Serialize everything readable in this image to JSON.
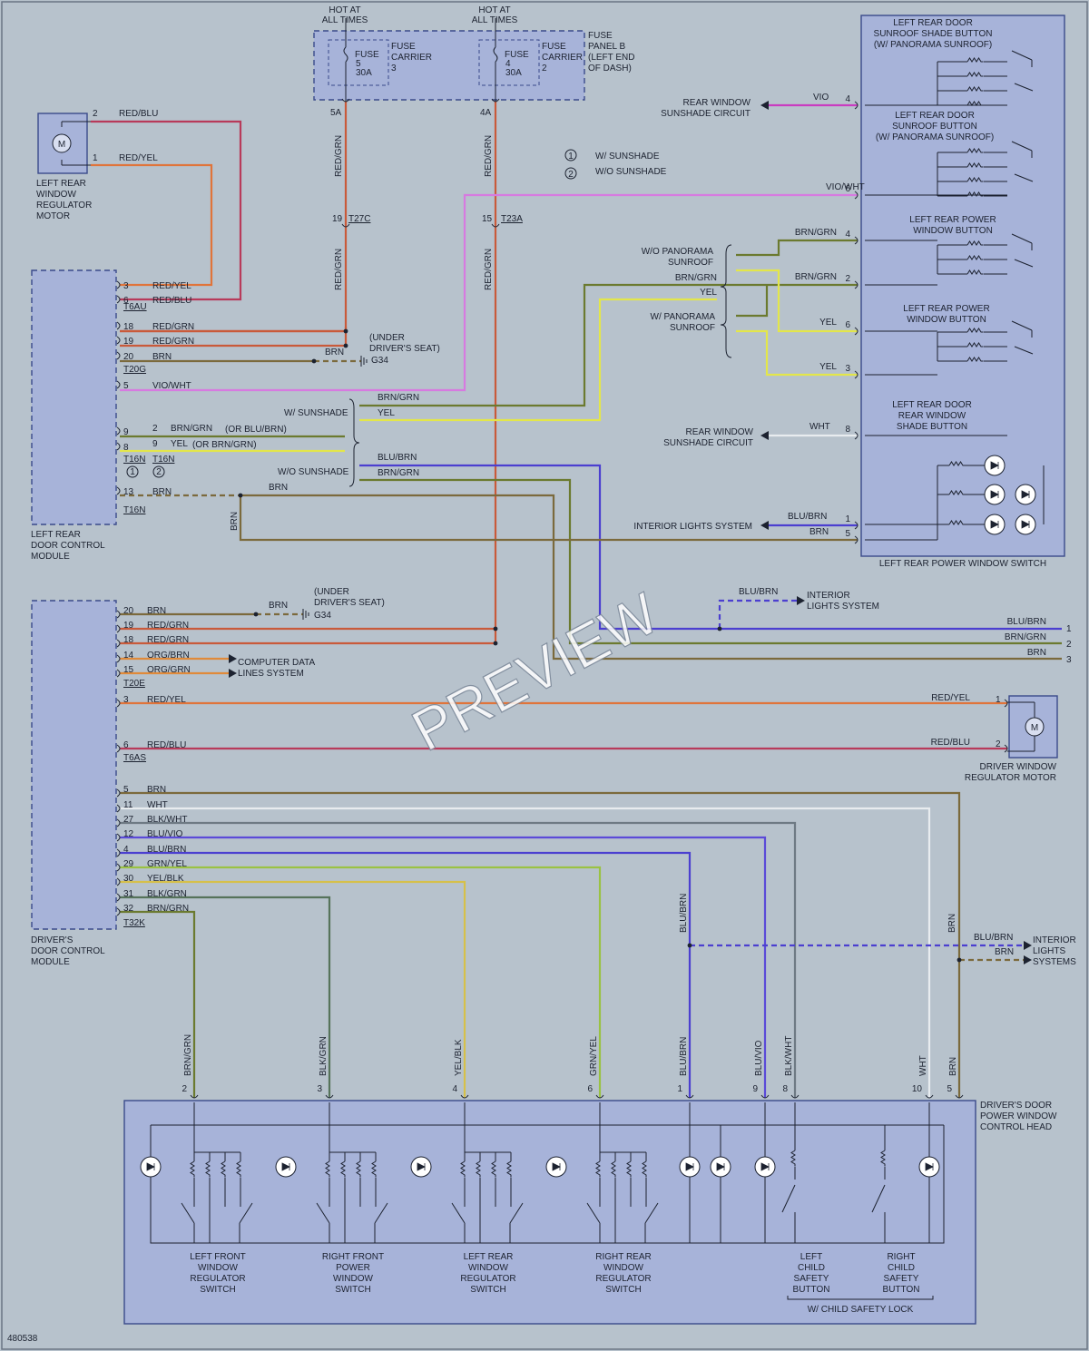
{
  "colors": {
    "red_blu": "#b83a5a",
    "red_yel": "#e0743a",
    "red_grn": "#c95a3a",
    "brn": "#7b6a3c",
    "vio": "#c93cc0",
    "vio_wht": "#d77ae0",
    "brn_grn": "#6b7a2f",
    "yel": "#e3e64a",
    "blu_brn": "#4b3fd0",
    "org": "#e08a3a",
    "wht": "#e8ecef",
    "blk": "#2b2b2b",
    "grn_yel": "#9ac243",
    "yel_blk": "#d6c04a",
    "blk_grn": "#56735a",
    "blu_vio": "#5b4ad8",
    "blk_wht": "#6e7a84"
  },
  "fuse_panel": {
    "hot1": [
      "HOT AT",
      "ALL TIMES"
    ],
    "hot2": [
      "HOT AT",
      "ALL TIMES"
    ],
    "fuse5": [
      "FUSE",
      "5",
      "30A"
    ],
    "fuse4": [
      "FUSE",
      "4",
      "30A"
    ],
    "carrier3": [
      "FUSE",
      "CARRIER",
      "3"
    ],
    "carrier2": [
      "FUSE",
      "CARRIER",
      "2"
    ],
    "panel": [
      "FUSE",
      "PANEL B",
      "(LEFT END",
      "OF DASH)"
    ],
    "pin5a": "5A",
    "pin4a": "4A"
  },
  "wires": {
    "red_grn": "RED/GRN",
    "red_blu": "RED/BLU",
    "red_yel": "RED/YEL",
    "brn": "BRN",
    "vio": "VIO",
    "vio_wht": "VIO/WHT",
    "brn_grn": "BRN/GRN",
    "yel": "YEL",
    "blu_brn": "BLU/BRN",
    "wht": "WHT",
    "org_brn": "ORG/BRN",
    "org_grn": "ORG/GRN",
    "blk_wht": "BLK/WHT",
    "blu_vio": "BLU/VIO",
    "grn_yel": "GRN/YEL",
    "yel_blk": "YEL/BLK",
    "blk_grn": "BLK/GRN",
    "or_blu_brn": "(OR BLU/BRN)",
    "or_brn_grn": "(OR BRN/GRN)"
  },
  "connectors": {
    "t27c": "T27C",
    "t27c_pin": "19",
    "t23a": "T23A",
    "t23a_pin": "15",
    "t6au": "T6AU",
    "t20g": "T20G",
    "t16n": "T16N",
    "t20e": "T20E",
    "t6as": "T6AS",
    "t32k": "T32K"
  },
  "legend": {
    "one": "W/ SUNSHADE",
    "two": "W/O SUNSHADE"
  },
  "components": {
    "left_rear_motor": [
      "LEFT REAR",
      "WINDOW",
      "REGULATOR",
      "MOTOR"
    ],
    "left_rear_module": [
      "LEFT REAR",
      "DOOR CONTROL",
      "MODULE"
    ],
    "drivers_module": [
      "DRIVER'S",
      "DOOR CONTROL",
      "MODULE"
    ],
    "driver_motor": [
      "DRIVER WINDOW",
      "REGULATOR MOTOR"
    ],
    "lr_switch": "LEFT REAR POWER WINDOW SWITCH",
    "head": [
      "DRIVER'S DOOR",
      "POWER WINDOW",
      "CONTROL HEAD"
    ],
    "sunroof_shade_btn": [
      "LEFT REAR DOOR",
      "SUNROOF SHADE BUTTON",
      "(W/ PANORAMA SUNROOF)"
    ],
    "sunroof_btn": [
      "LEFT REAR DOOR",
      "SUNROOF BUTTON",
      "(W/ PANORAMA SUNROOF)"
    ],
    "lr_pw_btn1": [
      "LEFT REAR POWER",
      "WINDOW BUTTON"
    ],
    "lr_pw_btn2": [
      "LEFT REAR POWER",
      "WINDOW BUTTON"
    ],
    "rear_shade_btn": [
      "LEFT REAR DOOR",
      "REAR WINDOW",
      "SHADE BUTTON"
    ],
    "sw_lf": [
      "LEFT FRONT",
      "WINDOW",
      "REGULATOR",
      "SWITCH"
    ],
    "sw_rf": [
      "RIGHT FRONT",
      "POWER",
      "WINDOW",
      "SWITCH"
    ],
    "sw_lr": [
      "LEFT REAR",
      "WINDOW",
      "REGULATOR",
      "SWITCH"
    ],
    "sw_rr": [
      "RIGHT REAR",
      "WINDOW",
      "REGULATOR",
      "SWITCH"
    ],
    "left_child": [
      "LEFT",
      "CHILD",
      "SAFETY",
      "BUTTON"
    ],
    "right_child": [
      "RIGHT",
      "CHILD",
      "SAFETY",
      "BUTTON"
    ],
    "child_lock": "W/ CHILD SAFETY LOCK"
  },
  "notes": {
    "rear_sunshade1": [
      "REAR WINDOW",
      "SUNSHADE CIRCUIT"
    ],
    "rear_sunshade2": [
      "REAR WINDOW",
      "SUNSHADE CIRCUIT"
    ],
    "interior_lights": "INTERIOR LIGHTS SYSTEM",
    "interior_lights2": [
      "INTERIOR",
      "LIGHTS SYSTEM"
    ],
    "interior_lights3": [
      "INTERIOR",
      "LIGHTS",
      "SYSTEMS"
    ],
    "computer_data": [
      "COMPUTER DATA",
      "LINES SYSTEM"
    ],
    "under_seat": [
      "(UNDER",
      "DRIVER'S SEAT)"
    ],
    "g34": "G34",
    "w_sunshade": "W/ SUNSHADE",
    "wo_sunshade": "W/O SUNSHADE",
    "wo_panorama": [
      "W/O PANORAMA",
      "SUNROOF"
    ],
    "w_panorama": [
      "W/ PANORAMA",
      "SUNROOF"
    ],
    "motor_m": "M",
    "figure_id": "480538",
    "watermark": "PREVIEW"
  }
}
